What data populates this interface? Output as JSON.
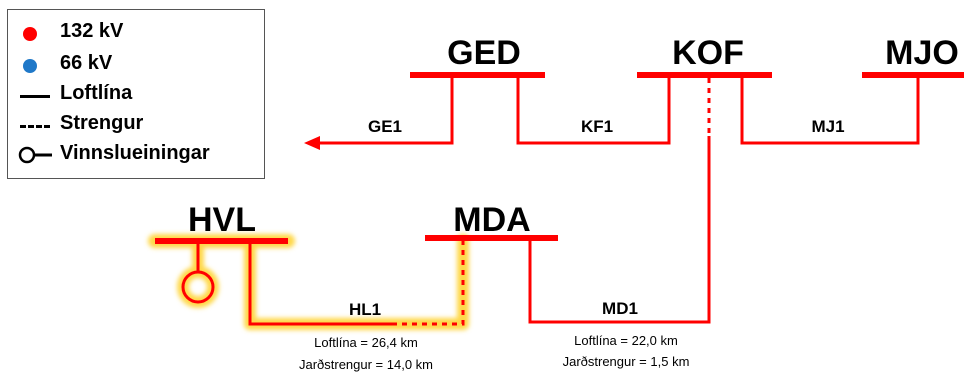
{
  "colors": {
    "kv132": "#ff0000",
    "kv66": "#1f78c8",
    "highlight": "#ffd84a"
  },
  "legend": {
    "kv132": "132 kV",
    "kv66": "66 kV",
    "overhead": "Loftlína",
    "cable": "Strengur",
    "generation": "Vinnslueiningar"
  },
  "substations": {
    "ged": "GED",
    "kof": "KOF",
    "mjo": "MJO",
    "hvl": "HVL",
    "mda": "MDA"
  },
  "lines": {
    "ge1": "GE1",
    "kf1": "KF1",
    "mj1": "MJ1",
    "hl1": "HL1",
    "md1": "MD1"
  },
  "notes": {
    "hl1_overhead": "Loftlína = 26,4 km",
    "hl1_cable": "Jarðstrengur = 14,0 km",
    "md1_overhead": "Loftlína = 22,0 km",
    "md1_cable": "Jarðstrengur = 1,5 km"
  }
}
